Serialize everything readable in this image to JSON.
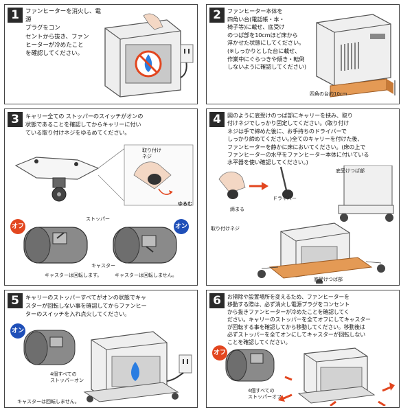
{
  "steps": [
    {
      "number": "1",
      "text": "ファンヒーターを消火し、電源\nプラグをコン\nセントから抜き、ファン\nヒーターが冷めたこと\nを確認してください。"
    },
    {
      "number": "2",
      "text": "ファンヒーター本体を\n四角い台(電話帳・本・\n椅子等)に載せ、底受け\nのつば部を10cmほど床から\n浮かせた状態にしてください。\n(※しっかりとした台に載せ、\n作業中にぐらつきや傾き・転倒\nしないように確認してください)",
      "caption": "四角の台約10cm"
    },
    {
      "number": "3",
      "text": "キャリー全ての ストッパーのスイッチがオンの\n状態であることを確認してからキャリーに付い\nている取り付けネジをゆるめてください。",
      "labels": {
        "screw": "取り付け\nネジ",
        "loosen": "ゆるむ",
        "stopper": "ストッパー",
        "caster": "キャスター",
        "off": "オフ",
        "on": "オン",
        "caster_rotate": "キャスターは回転します。",
        "caster_norotate": "キャスターは回転しません。"
      }
    },
    {
      "number": "4",
      "text": "図のように底受けのつば部にキャリーを挟み、取り\n付けネジでしっかり固定してください。(取り付け\nネジは手で締めた後に、お手持ちのドライバーで\nしっかり締めてください。)全てのキャリーを付けた後、\nファンヒーターを静かに床においてください。(床の上で\nファンヒーターの水平をファンヒーター本体に付いている\n水平器を使い確認してください。)",
      "labels": {
        "tighten": "締まる",
        "driver": "ドライバー",
        "screw": "取り付けネジ",
        "flange_top": "底受けつば部",
        "flange_bottom": "底受けつば部"
      }
    },
    {
      "number": "5",
      "text": "キャリーのストッパーすべてがオンの状態でキャ\nスターが回転しない事を確認してからファンヒー\nターのスイッチを入れ点火してください。",
      "labels": {
        "on": "オン",
        "all_on": "4個すべての\nストッパーオン",
        "caster_norotate": "キャスターは回転しません。"
      }
    },
    {
      "number": "6",
      "text": "お掃除や設置場所を変えるため、ファンヒーターを\n移動する際は、必ず消火し電源プラグをコンセント\nから抜きファンヒーターが冷めたことを確認してく\nださい。キャリーのストッパーを全てオフにしてキャスター\nが回転する事を確認してから移動してください。移動後は\n必ずストッパーを全てオンにしてキャスターが回転しない\nことを確認してください。",
      "labels": {
        "off": "オフ",
        "all_off": "4個すべての\nストッパーオフ"
      }
    }
  ],
  "colors": {
    "off": "#e2461f",
    "on": "#1f4fb8",
    "flame": "#2a7de1",
    "stand": "#e49a55",
    "arrow": "#e2461f"
  }
}
